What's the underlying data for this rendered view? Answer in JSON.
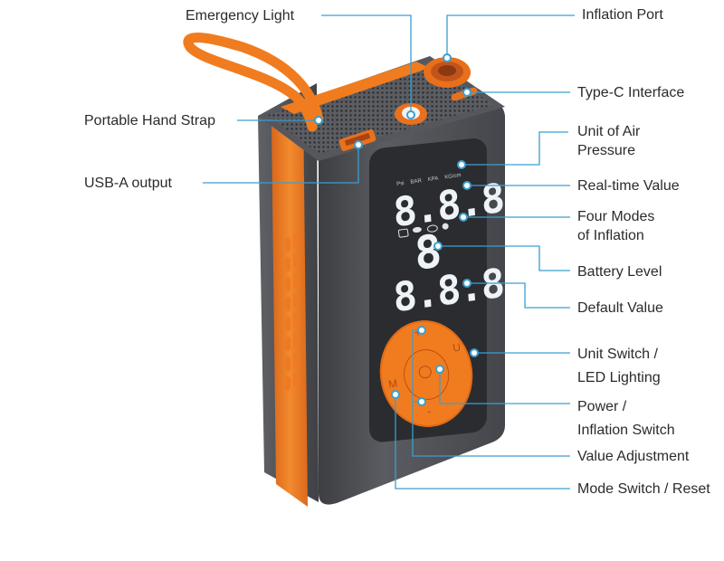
{
  "colors": {
    "leader_line": "#3a9fd0",
    "body_dark": "#4a4c51",
    "accent_orange": "#f07c1f",
    "display_bg": "#2c2d31",
    "segment": "#e8eef4"
  },
  "display": {
    "unit_labels": [
      "Psi",
      "BAR",
      "KPA",
      "KG/cm"
    ],
    "top_digits": "8.8.8",
    "mid_digit": "8",
    "bottom_digits": "8.8.8"
  },
  "keypad": {
    "plus": "+",
    "minus": "-",
    "mode": "M",
    "unit": "U"
  },
  "labels": {
    "emergency_light": "Emergency Light",
    "inflation_port": "Inflation Port",
    "portable_hand_strap": "Portable Hand Strap",
    "type_c_interface": "Type-C Interface",
    "usb_a_output": "USB-A output",
    "unit_of_air_pressure": [
      "Unit of Air",
      "Pressure"
    ],
    "real_time_value": "Real-time Value",
    "four_modes": [
      "Four Modes",
      "of Inflation"
    ],
    "battery_level": "Battery Level",
    "default_value": "Default Value",
    "unit_switch": [
      "Unit Switch /",
      "LED Lighting"
    ],
    "power_switch": [
      "Power /",
      "Inflation Switch"
    ],
    "value_adjustment": "Value Adjustment",
    "mode_switch": "Mode Switch / Reset"
  }
}
